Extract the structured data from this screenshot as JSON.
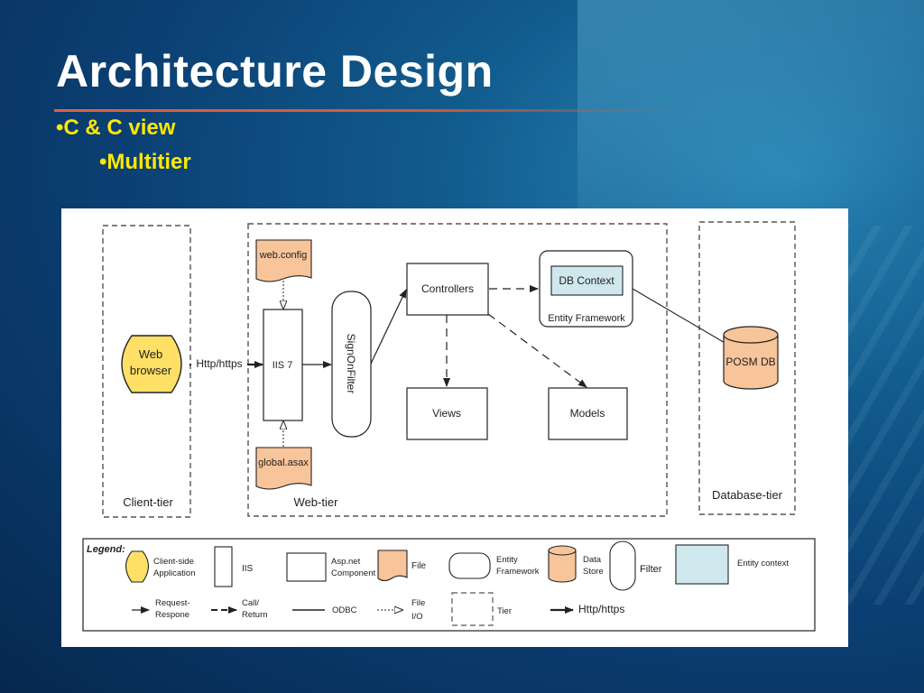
{
  "slide": {
    "title": "Architecture Design",
    "bullet_1": "•C & C view",
    "bullet_2": "•Multitier"
  },
  "colors": {
    "bullet": "#ffe900",
    "client_app": "#ffe066",
    "file": "#f8c49a",
    "data_store": "#f8c49a",
    "entity_context": "#cfe8ee"
  },
  "diagram": {
    "tiers": {
      "client": "Client-tier",
      "web": "Web-tier",
      "database": "Database-tier"
    },
    "nodes": {
      "web_browser_line1": "Web",
      "web_browser_line2": "browser",
      "http_label": "Http/https",
      "iis": "IIS 7",
      "web_config": "web.config",
      "global_asax": "global.asax",
      "filter": "SignOnFilter",
      "controllers": "Controllers",
      "views": "Views",
      "models": "Models",
      "db_context": "DB Context",
      "entity_framework": "Entity Framework",
      "posm_db": "POSM DB"
    },
    "legend": {
      "title": "Legend:",
      "client_app_line1": "Client-side",
      "client_app_line2": "Application",
      "iis": "IIS",
      "aspnet_line1": "Asp.net",
      "aspnet_line2": "Component",
      "file": "File",
      "ef_line1": "Entity",
      "ef_line2": "Framework",
      "datastore_line1": "Data",
      "datastore_line2": "Store",
      "filter": "Filter",
      "entity_context": "Entity context",
      "request_line1": "Request-",
      "request_line2": "Respone",
      "call_line1": "Call/",
      "call_line2": "Return",
      "odbc": "ODBC",
      "fileio_line1": "File",
      "fileio_line2": "I/O",
      "tier": "Tier",
      "http": "Http/https"
    }
  }
}
